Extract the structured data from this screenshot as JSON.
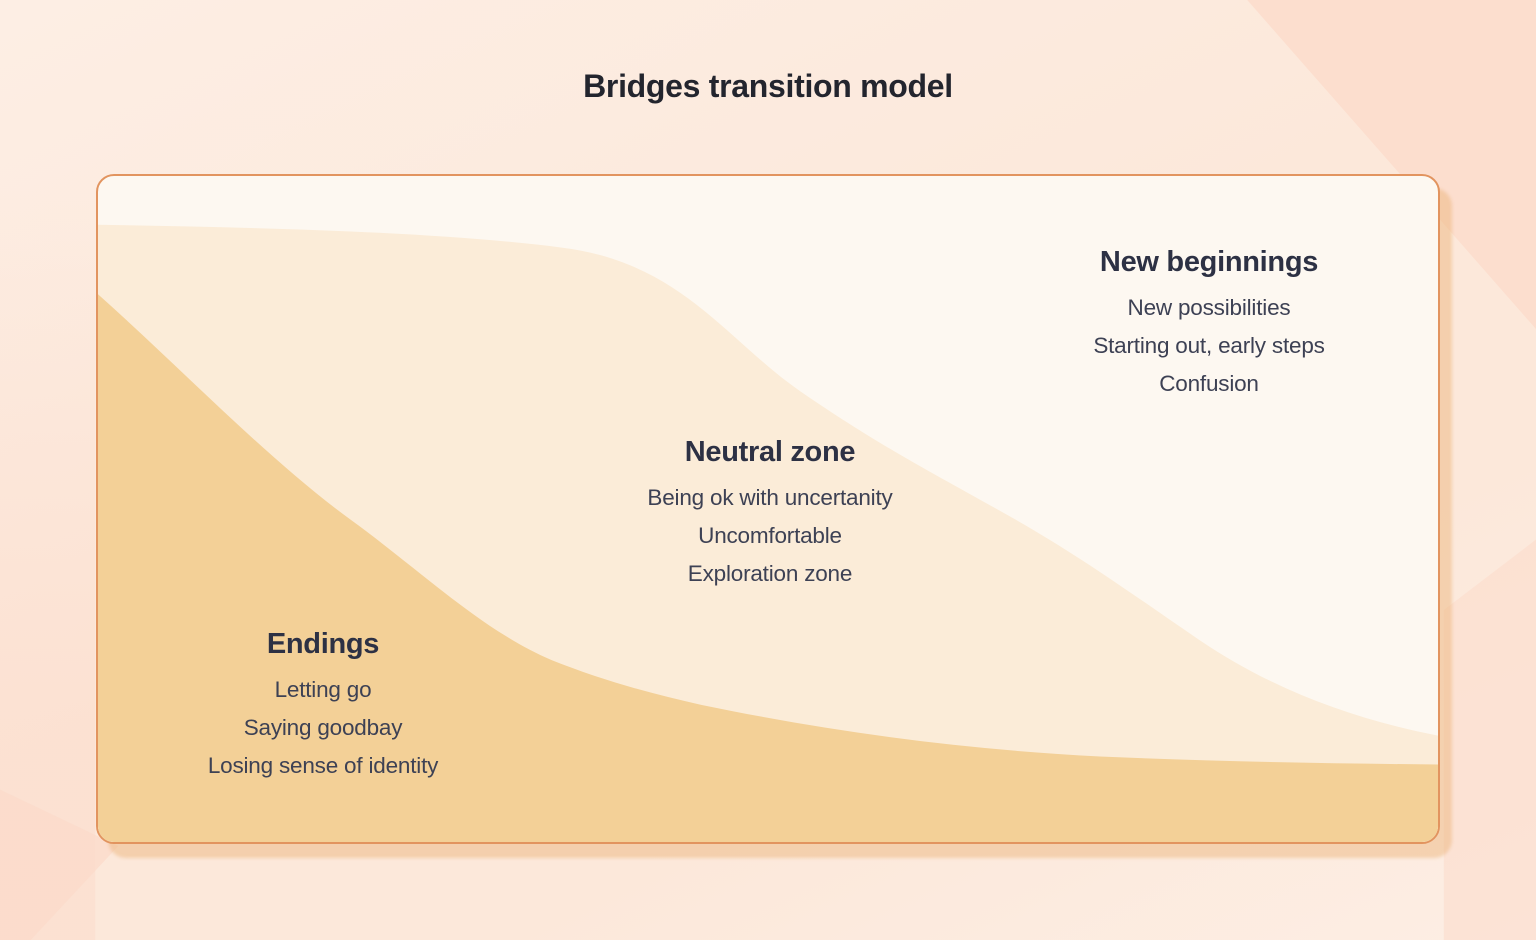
{
  "title": "Bridges transition model",
  "zones": [
    {
      "id": "endings",
      "name": "Endings",
      "items": [
        "Letting go",
        "Saying goodbay",
        "Losing sense of identity"
      ]
    },
    {
      "id": "neutral",
      "name": "Neutral zone",
      "items": [
        "Being ok with uncertanity",
        "Uncomfortable",
        "Exploration zone"
      ]
    },
    {
      "id": "new-beginnings",
      "name": "New beginnings",
      "items": [
        "New possibilities",
        "Starting out, early steps",
        "Confusion"
      ]
    }
  ],
  "colors": {
    "page-bg-light": "#fdeee4",
    "page-bg": "#fce8da",
    "page-bg-dark": "#fbdbcb",
    "card-bg": "#fdf8f1",
    "card-border": "#e2945f",
    "wave-neutral": "#fbecd8",
    "wave-endings": "#f3d097",
    "shadow": "rgba(236,178,118,0.45)",
    "title-text": "#23252e",
    "heading-text": "#2d3144",
    "body-text": "#3d4154"
  }
}
